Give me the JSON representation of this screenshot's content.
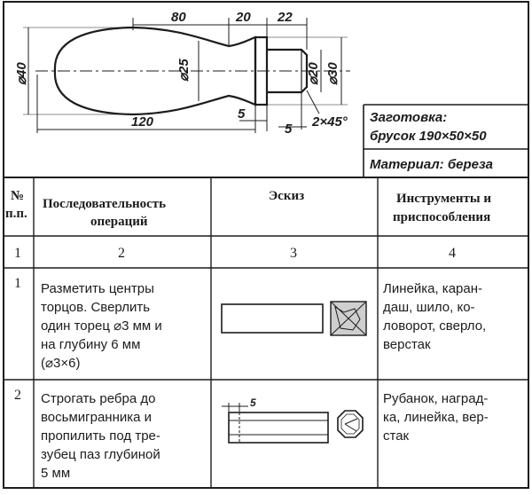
{
  "drawing": {
    "dims": {
      "d80": "80",
      "d20": "20",
      "d22": "22",
      "d120": "120",
      "d5a": "5",
      "d5b": "5",
      "chamfer": "2×45°",
      "dia40": "⌀40",
      "dia25": "⌀25",
      "dia20": "⌀20",
      "dia30": "⌀30"
    },
    "blank_label": "Заготовка:",
    "blank_value": "брусок 190×50×50",
    "material": "Материал: береза"
  },
  "table": {
    "headers": {
      "no_line1": "№",
      "no_line2": "п.п.",
      "ops_line1": "Последовательность",
      "ops_line2": "операций",
      "sketch": "Эскиз",
      "tools_line1": "Инструменты и",
      "tools_line2": "приспособления"
    },
    "index_row": [
      "1",
      "2",
      "3",
      "4"
    ],
    "rows": [
      {
        "no": "1",
        "op_lines": [
          "Разметить центры",
          "торцов. Сверлить",
          "один торец ⌀3 мм и",
          "на глубину 6 мм",
          "(⌀3×6)"
        ],
        "tool_lines": [
          "Линейка, каран-",
          "даш, шило, ко-",
          "ловорот, сверло,",
          "верстак"
        ]
      },
      {
        "no": "2",
        "op_lines": [
          "Строгать ребра до",
          "восьмигранника и",
          "пропилить под тре-",
          "зубец паз глубиной",
          "5 мм"
        ],
        "tool_lines": [
          "Рубанок, наград-",
          "ка, линейка, вер-",
          "стак"
        ],
        "sketch_dim": "5"
      }
    ]
  }
}
